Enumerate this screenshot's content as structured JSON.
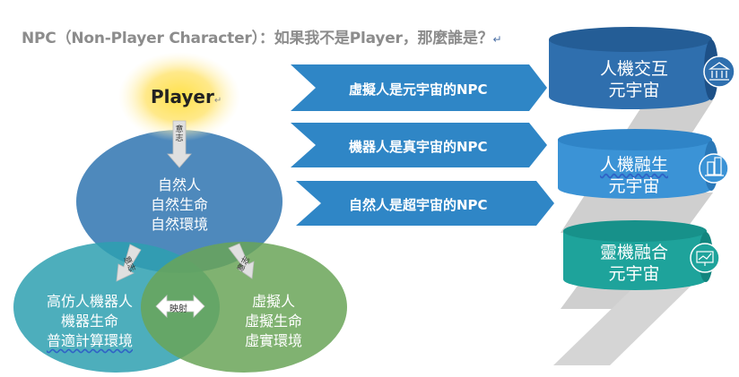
{
  "title": "NPC（Non-Player Character）：如果我不是Player，那麼誰是？",
  "player": {
    "label": "Player"
  },
  "arrows": {
    "top_label": "意志",
    "left_label": "意志",
    "right_label": "意志",
    "map_label": "映射"
  },
  "circles": {
    "top": {
      "lines": [
        "自然人",
        "自然生命",
        "自然環境"
      ]
    },
    "left": {
      "lines": [
        "高仿人機器人",
        "機器生命",
        "普適計算環境"
      ]
    },
    "right": {
      "lines": [
        "虛擬人",
        "虛擬生命",
        "虛實環境"
      ]
    }
  },
  "banners": [
    {
      "label": "虛擬人是元宇宙的NPC"
    },
    {
      "label": "機器人是真宇宙的NPC"
    },
    {
      "label": "自然人是超宇宙的NPC"
    }
  ],
  "cylinders": [
    {
      "line1": "人機交互",
      "line2": "元宇宙",
      "icon": "bank-icon"
    },
    {
      "line1": "人機融生",
      "line2": "元宇宙",
      "icon": "buildings-icon"
    },
    {
      "line1": "靈機融合",
      "line2": "元宇宙",
      "icon": "chart-monitor-icon"
    }
  ],
  "colors": {
    "circle_top": "#3f7fb6",
    "circle_left": "#2ea0b0",
    "circle_right": "#6aa558",
    "banner": "#2f86c6",
    "cyl1": "#2f6fae",
    "cyl2": "#3b93d6",
    "cyl3": "#1ea39b",
    "ribbon": "#c9c9c9"
  }
}
